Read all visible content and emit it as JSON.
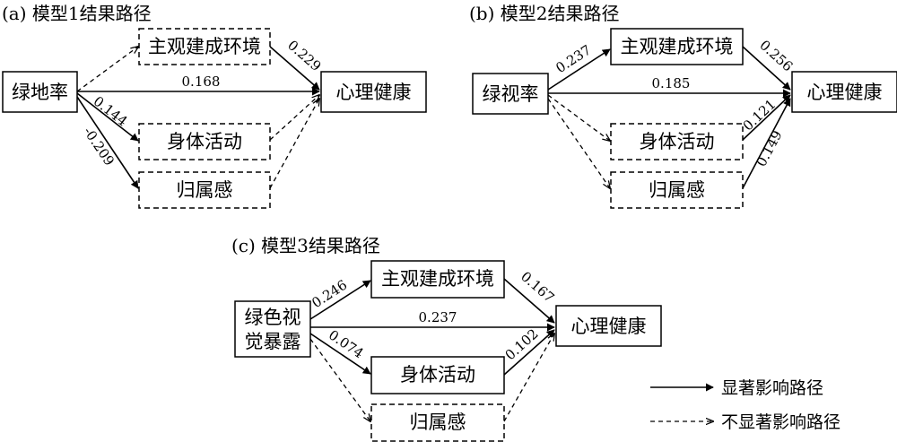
{
  "panels": [
    {
      "title": "(a) 模型1结果路径",
      "source_label": "绿地率",
      "mediators": [
        "主观建成环境",
        "身体活动",
        "归属感"
      ],
      "outcome_label": "心理健康",
      "coefficients": {
        "src_m1": "",
        "src_out": "0.168",
        "src_m2": "0.144",
        "src_m3": "-0.209",
        "m1_out": "0.229",
        "m2_out": "",
        "m3_out": ""
      }
    },
    {
      "title": "(b) 模型2结果路径",
      "source_label": "绿视率",
      "mediators": [
        "主观建成环境",
        "身体活动",
        "归属感"
      ],
      "outcome_label": "心理健康",
      "coefficients": {
        "src_m1": "0.237",
        "src_out": "0.185",
        "src_m2": "",
        "src_m3": "",
        "m1_out": "0.256",
        "m2_out": "0.121",
        "m3_out": "0.149"
      }
    },
    {
      "title": "(c) 模型3结果路径",
      "source_label_line1": "绿色视",
      "source_label_line2": "觉暴露",
      "mediators": [
        "主观建成环境",
        "身体活动",
        "归属感"
      ],
      "outcome_label": "心理健康",
      "coefficients": {
        "src_m1": "0.246",
        "src_out": "0.237",
        "src_m2": "0.074",
        "src_m3": "",
        "m1_out": "0.167",
        "m2_out": "0.102",
        "m3_out": ""
      }
    }
  ],
  "legend": {
    "significant": "显著影响路径",
    "not_significant": "不显著影响路径"
  }
}
